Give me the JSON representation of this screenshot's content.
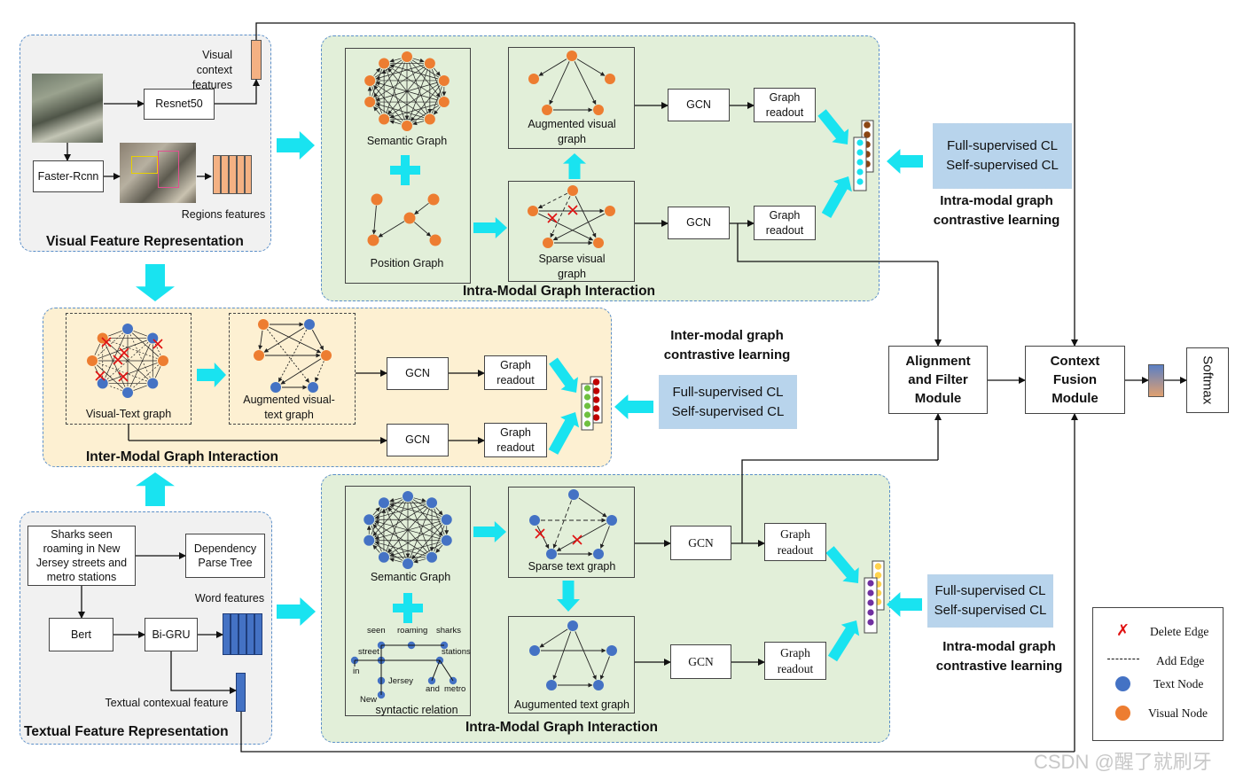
{
  "visual_panel": {
    "title": "Visual Feature Representation",
    "resnet": "Resnet50",
    "faster_rcnn": "Faster-Rcnn",
    "visual_context": "Visual context features",
    "regions_features": "Regions features"
  },
  "intra_visual": {
    "title": "Intra-Modal Graph Interaction",
    "semantic_graph": "Semantic Graph",
    "position_graph": "Position Graph",
    "augmented_visual": "Augmented visual graph",
    "sparse_visual": "Sparse visual graph",
    "gcn": "GCN",
    "graph_readout": "Graph readout"
  },
  "cl_visual": {
    "full": "Full-supervised CL",
    "self": "Self-supervised CL",
    "caption": "Intra-modal graph contrastive learning"
  },
  "inter_panel": {
    "title": "Inter-Modal Graph Interaction",
    "visual_text_graph": "Visual-Text graph",
    "augmented_vt": "Augmented visual-text graph",
    "gcn": "GCN",
    "graph_readout": "Graph readout"
  },
  "cl_inter": {
    "caption": "Inter-modal graph contrastive learning",
    "full": "Full-supervised CL",
    "self": "Self-supervised CL"
  },
  "text_panel": {
    "title": "Textual Feature Representation",
    "sentence": "Sharks seen roaming in New Jersey streets and metro stations",
    "dependency": "Dependency Parse Tree",
    "bert": "Bert",
    "bigru": "Bi-GRU",
    "word_features": "Word features",
    "textual_contextual": "Textual contexual feature"
  },
  "intra_text": {
    "title": "Intra-Modal Graph Interaction",
    "semantic_graph": "Semantic Graph",
    "syntactic_relation": "syntactic relation",
    "sparse_text": "Sparse text graph",
    "augmented_text": "Augumented text graph",
    "gcn": "GCN",
    "graph_readout": "Graph readout",
    "tree_words": [
      "seen",
      "roaming",
      "sharks",
      "street",
      "stations",
      "in",
      "Jersey",
      "and",
      "metro",
      "New"
    ]
  },
  "cl_text": {
    "full": "Full-supervised CL",
    "self": "Self-supervised CL",
    "caption": "Intra-modal graph contrastive learning"
  },
  "modules": {
    "alignment": "Alignment and Filter Module",
    "context": "Context Fusion Module",
    "softmax": "Softmax"
  },
  "legend": {
    "delete_edge": "Delete Edge",
    "add_edge": "Add Edge",
    "text_node": "Text Node",
    "visual_node": "Visual Node"
  },
  "watermark": "CSDN @醒了就刷牙",
  "colors": {
    "visual_node": "#ed7d31",
    "text_node": "#4472c4",
    "cyan_arrow": "#19e3f0",
    "panel_border": "#5b8fc9",
    "intra_bg": "#e2efd9",
    "inter_bg": "#fdf0d2",
    "cl_bg": "#b8d4ec"
  }
}
